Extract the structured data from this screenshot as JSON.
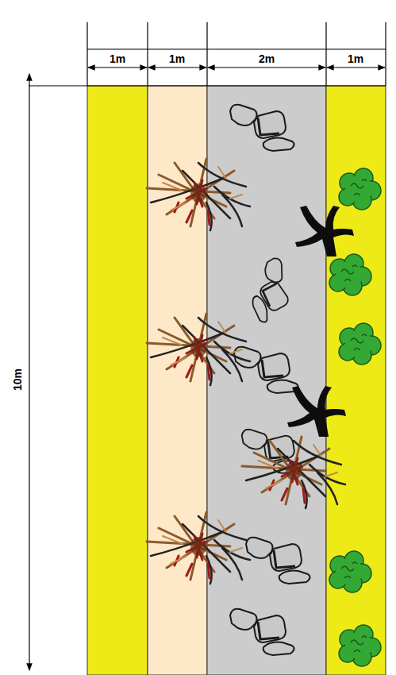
{
  "diagram": {
    "labels": [
      "1m",
      "1m",
      "2m",
      "1m",
      "10m"
    ]
  }
}
